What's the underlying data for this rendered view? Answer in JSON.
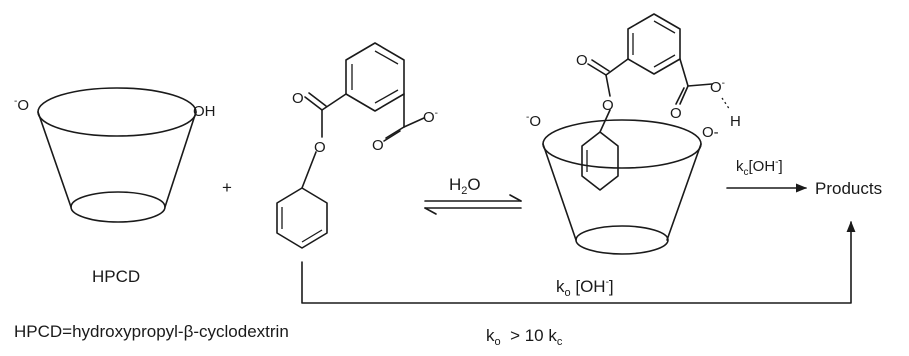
{
  "reactant_cd": {
    "label": "HPCD",
    "left_group": "O",
    "left_charge": "-",
    "right_group": "OH"
  },
  "plus": "+",
  "ester": {
    "ester_o_top": "O",
    "ester_o_mid": "O",
    "carboxylate_o1": "O",
    "carboxylate_o2": "O",
    "carboxylate_charge": "-"
  },
  "equilibrium": {
    "condition": "H",
    "condition_sub": "2",
    "condition_tail": "O"
  },
  "complex": {
    "left_o": "O",
    "left_charge": "-",
    "right_o": "O",
    "right_dash": "-",
    "h": "H",
    "ester_o_top": "O",
    "ester_o_ring": "O",
    "carb_o1": "O",
    "carb_o2": "O",
    "carb_charge": "-"
  },
  "catalyzed_step": {
    "k": "k",
    "k_sub": "c",
    "bracket_open": "[OH",
    "charge": "-",
    "bracket_close": "]"
  },
  "products": "Products",
  "direct_step": {
    "k": "k",
    "k_sub": "o",
    "bracket_open": " [OH",
    "charge": "-",
    "bracket_close": "]"
  },
  "definition": "HPCD=hydroxypropyl-β-cyclodextrin",
  "rate_relation": {
    "k1": "k",
    "k1_sub": "o",
    "mid": "  > 10 k",
    "k2_sub": "c"
  }
}
